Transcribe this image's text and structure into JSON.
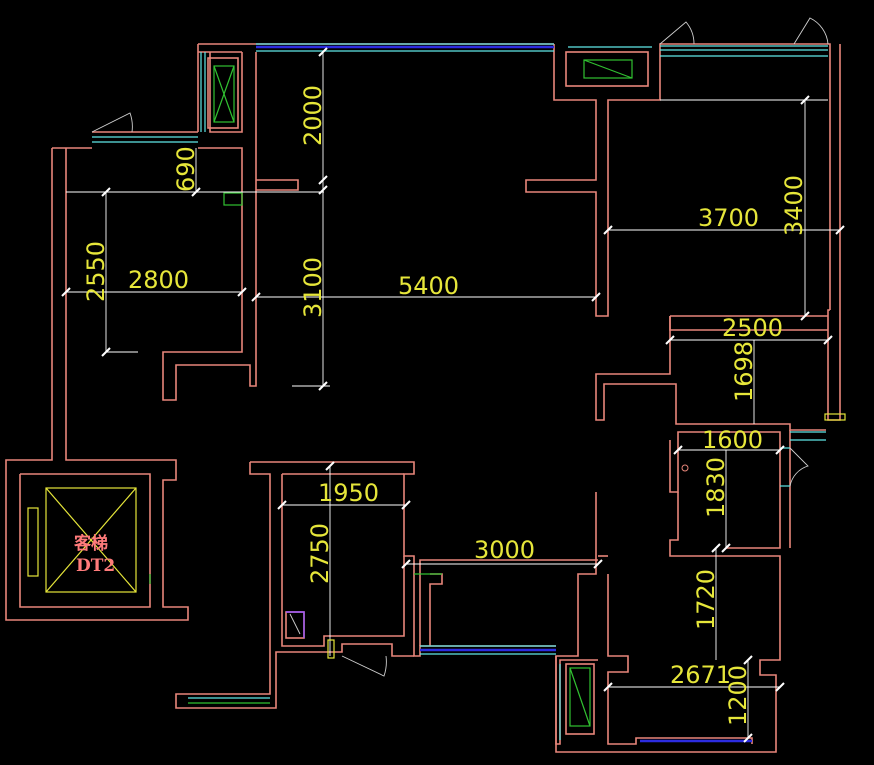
{
  "dimensions": {
    "v2000": "2000",
    "v3100": "3100",
    "v690": "690",
    "v2550": "2550",
    "h2800": "2800",
    "h5400": "5400",
    "h3700": "3700",
    "v3400": "3400",
    "h2500": "2500",
    "v1698": "1698",
    "h1600": "1600",
    "v1830": "1830",
    "v1720": "1720",
    "h2671": "2671",
    "v1200": "1200",
    "h1950": "1950",
    "v2750": "2750",
    "h3000": "3000"
  },
  "elevator": {
    "name": "客梯",
    "code": "DT2"
  },
  "colors": {
    "background": "#000000",
    "walls": "#e8867a",
    "windows": "#2c2ce0",
    "window_frames": "#5fe8e8",
    "dimension_text": "#e6e63a",
    "dimension_lines": "#ffffff",
    "elevator_label": "#ff7b7b",
    "shafts": "#31c131"
  }
}
